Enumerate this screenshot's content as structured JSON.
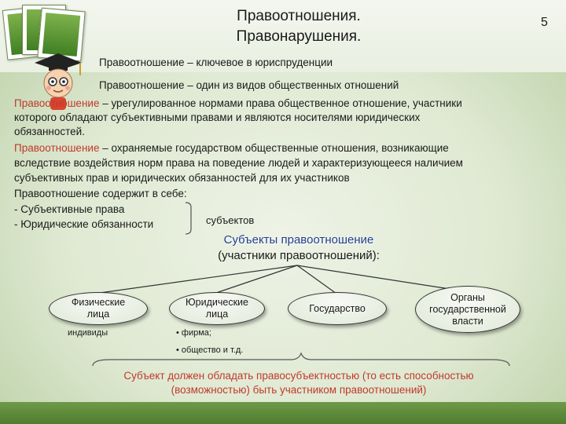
{
  "slide": {
    "title_line1": "Правоотношения.",
    "title_line2": "Правонарушения.",
    "page_number": "5"
  },
  "content": {
    "line1": "Правоотношение – ключевое в юриспруденции",
    "line2": "Правоотношение – один из видов общественных отношений",
    "def1_term": "Правоотношение",
    "def1_rest": " – урегулированное нормами права общественное отношение, участники",
    "def1_line2": "которого обладают субъективными правами и являются носителями юридических",
    "def1_line3": "обязанностей.",
    "def2_term": "Правоотношение",
    "def2_rest": " – охраняемые государством общественные отношения, возникающие",
    "def2_line2": "вследствие воздействия норм права на поведение людей и характеризующееся наличием",
    "def2_line3": "субъективных прав и юридических обязанностей для их участников",
    "contains": "Правоотношение содержит в себе:",
    "item1": "- Субъективные права",
    "item2": "- Юридические обязанности",
    "brace_label": "субъектов"
  },
  "subjects": {
    "title_line1": "Субъекты правоотношение",
    "title_line2": "(участники правоотношений):",
    "nodes": [
      {
        "line1": "Физические",
        "line2": "лица"
      },
      {
        "line1": "Юридические",
        "line2": "лица"
      },
      {
        "line1": "Государство",
        "line2": ""
      },
      {
        "line1": "Органы",
        "line2": "государственной",
        "line3": "власти"
      }
    ],
    "note_individuals": "индивиды",
    "note_firm": "• фирма;",
    "note_society": "• общество и т.д."
  },
  "footer": {
    "line1": "Субъект должен обладать правосубъектностью (то есть способностью",
    "line2": "(возможностью) быть участником правоотношений)"
  }
}
